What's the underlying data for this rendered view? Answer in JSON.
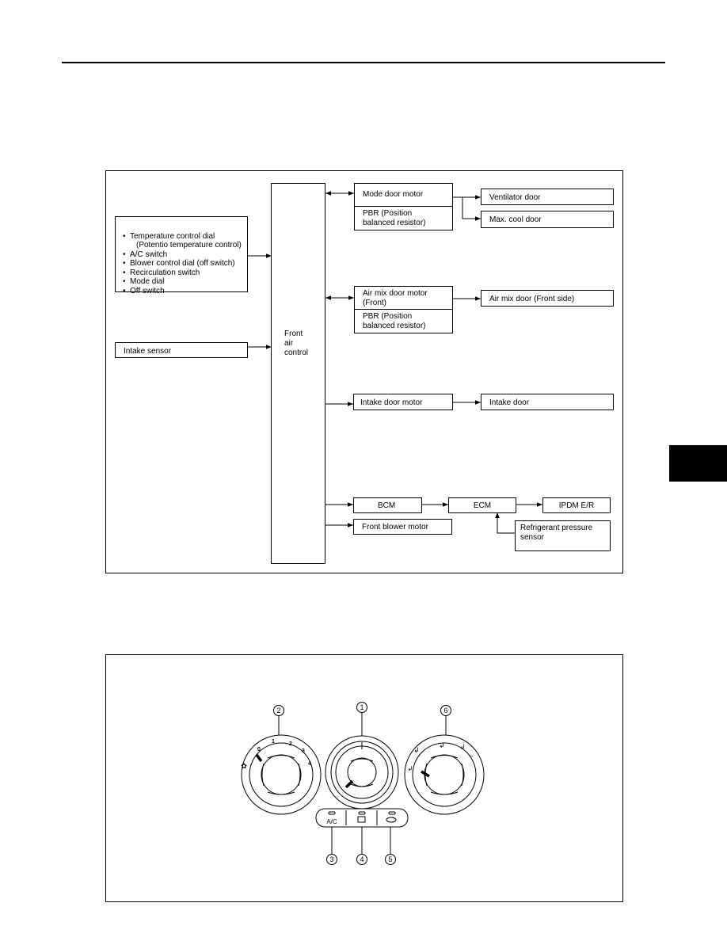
{
  "inputs": [
    {
      "text": "Temperature control dial",
      "bullet": true
    },
    {
      "text": "(Potentio temperature control)",
      "bullet": false
    },
    {
      "text": "A/C switch",
      "bullet": true
    },
    {
      "text": "Blower control dial (off switch)",
      "bullet": true
    },
    {
      "text": "Recirculation switch",
      "bullet": true
    },
    {
      "text": "Mode dial",
      "bullet": true
    },
    {
      "text": "Off switch",
      "bullet": true
    }
  ],
  "intake_sensor": "Intake sensor",
  "controller": "Front\nair\ncontrol",
  "mode_door_motor": "Mode door motor",
  "pbr_mode": "PBR (Position\nbalanced resistor)",
  "ventilator_door": "Ventilator door",
  "max_cool_door": "Max. cool door",
  "air_mix_motor": "Air mix door motor\n(Front)",
  "pbr_air_mix": "PBR (Position\nbalanced resistor)",
  "air_mix_door": "Air mix door (Front side)",
  "intake_door_motor": "Intake door motor",
  "intake_door": "Intake door",
  "bcm": "BCM",
  "ecm": "ECM",
  "ipdm": "IPDM E/R",
  "front_blower_motor": "Front blower motor",
  "refrigerant_sensor": "Refrigerant pressure\nsensor",
  "panel": {
    "callouts": [
      "1",
      "2",
      "3",
      "4",
      "5",
      "6"
    ],
    "blower_scale": [
      "0",
      "1",
      "2",
      "3",
      "4"
    ],
    "ac_label": "A/C"
  }
}
